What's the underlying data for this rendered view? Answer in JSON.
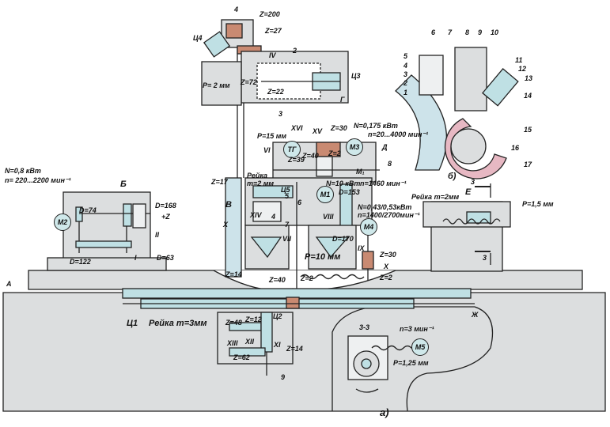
{
  "labels": {
    "z200": "Z=200",
    "z27": "Z=27",
    "n4top": "4",
    "c4": "Ц4",
    "iv": "IV",
    "n2top": "2",
    "c3": "Ц3",
    "p2mm": "P= 2 мм",
    "z72": "Z=72",
    "z22": "Z=22",
    "g": "Г",
    "n3mid": "3",
    "p15": "P=15 мм",
    "xvi": "XVI",
    "xv": "XV",
    "z30a": "Z=30",
    "n0175": "N=0,175 кВт",
    "n20_4000": "n=20...4000 мин⁻¹",
    "vi": "VI",
    "z39": "Z=39",
    "z40a": "Z=40",
    "z2a": "Z=2",
    "d_letter": "Д",
    "n8a": "8",
    "m1sub": "М₁",
    "z17": "Z=17",
    "reika2": "Рейка",
    "m2mm": "m=2 мм",
    "c5": "Ц5",
    "n5": "5",
    "v_letter": "В",
    "n6": "6",
    "n10kw": "N=10 кВт",
    "n1460": "n=1460 мин⁻¹",
    "d153": "D=153",
    "xiv": "XIV",
    "n4b": "4",
    "n7b": "7",
    "viii": "VIII",
    "x_axis": "X",
    "n043": "N=0,43/0,53кВт",
    "n1400": "n=1400/2700мин⁻¹",
    "vii": "VII",
    "d170": "D=170",
    "p10": "P=10 мм",
    "ix": "IX",
    "z30b": "Z=30",
    "xb": "X",
    "z40b": "Z=40",
    "z2b": "Z=2",
    "z2c": "Z=2",
    "n08": "N=0,8 кВт",
    "n220": "n= 220...2200 мин⁻¹",
    "b_letter": "Б",
    "d74": "D=74",
    "d168": "D=168",
    "plusz": "+Z",
    "ii": "II",
    "d122": "D=122",
    "d63": "D=63",
    "i_roman": "I",
    "a_letter": "А",
    "z14a": "Z=14",
    "c1": "Ц1",
    "reika3": "Рейка m=3мм",
    "zh": "Ж",
    "z48": "Z=48",
    "z12": "Z=12",
    "c2": "Ц2",
    "xiii": "XIII",
    "xii": "XII",
    "xi": "XI",
    "z14b": "Z=14",
    "z62": "Z=62",
    "n9": "9",
    "s33": "3-3",
    "n3min": "n=3 мин⁻¹",
    "p125": "P=1,25 мм",
    "a_paren": "а)",
    "b_paren": "б)",
    "n3sec": "3",
    "e_letter": "Е",
    "reika_e": "Рейка m=2мм",
    "p15e": "P=1,5 мм",
    "n3sec2": "3",
    "b6": "6",
    "b7": "7",
    "b8": "8",
    "b9": "9",
    "b10": "10",
    "b5": "5",
    "b4": "4",
    "b3": "3",
    "b2": "2",
    "b1": "1",
    "b11": "11",
    "b12": "12",
    "b13": "13",
    "b14": "14",
    "b15": "15",
    "b16": "16",
    "b17": "17"
  },
  "motors": {
    "m2": "M2",
    "tg": "ТГ",
    "m3": "М3",
    "m1": "М1",
    "m4": "М4",
    "m5": "М5"
  },
  "colors": {
    "fill_gray": "#dcdedf",
    "fill_blue": "#bfe0e4",
    "fill_light": "#eef0f1",
    "copper": "#c98a72",
    "stone": "#cde3ea",
    "disc": "#e7b8c3"
  }
}
